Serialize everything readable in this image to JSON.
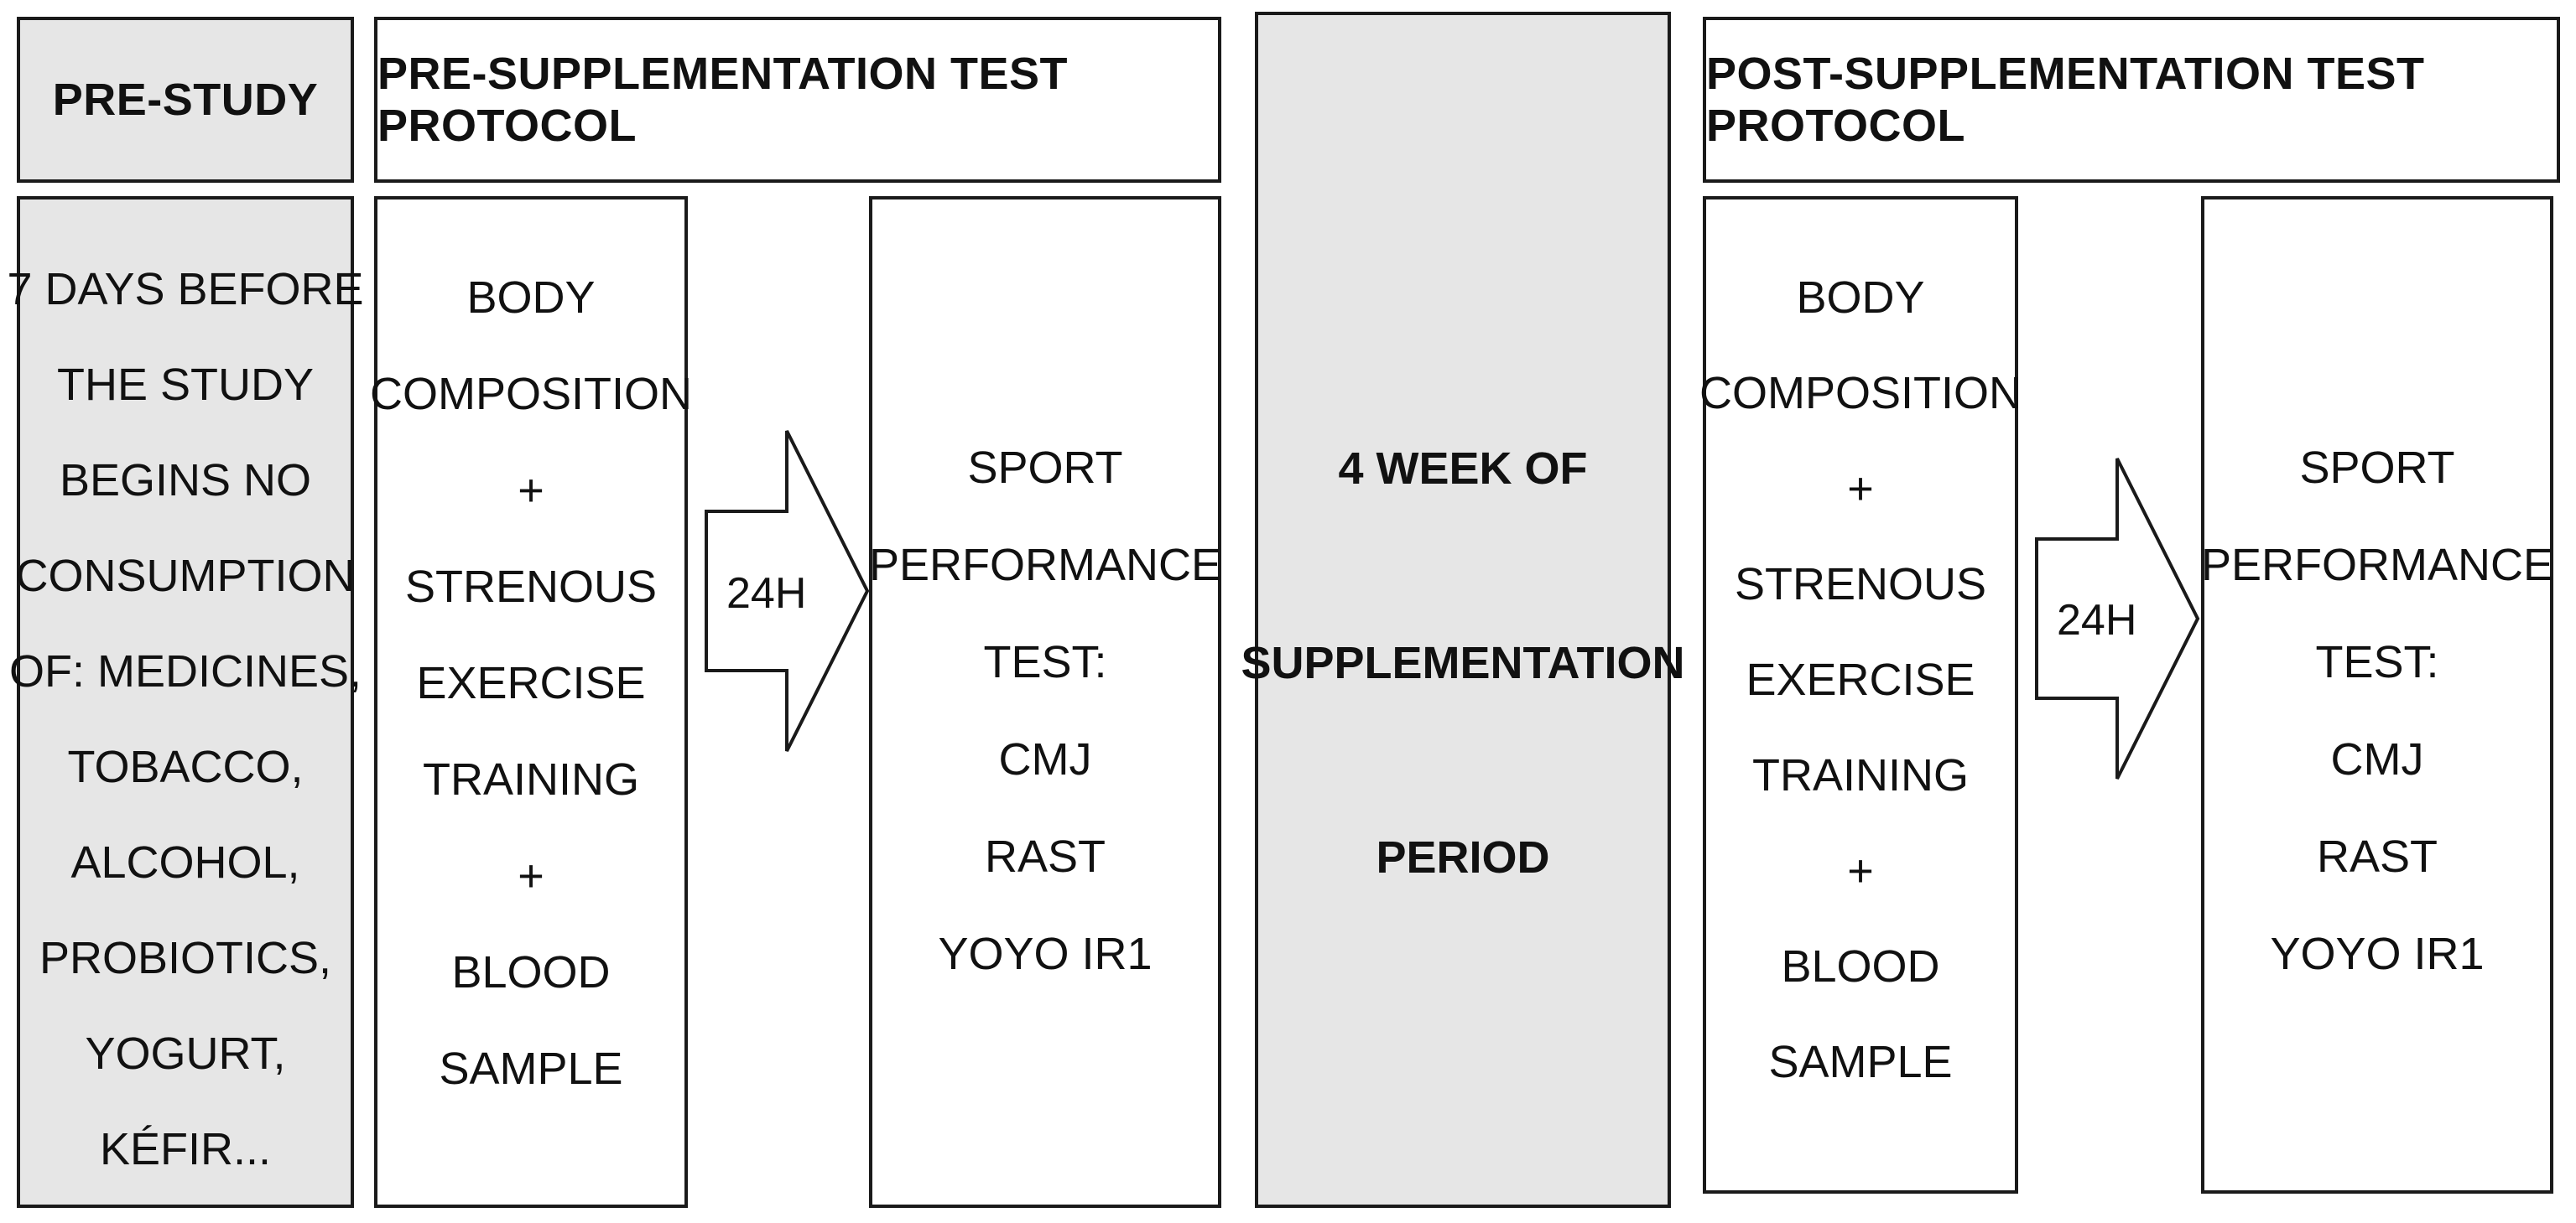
{
  "pre_study": {
    "header": "PRE-STUDY",
    "lines": [
      "7 DAYS BEFORE",
      "THE STUDY",
      "BEGINS NO",
      "CONSUMPTION",
      "OF: MEDICINES,",
      "TOBACCO,",
      "ALCOHOL,",
      "PROBIOTICS,",
      "YOGURT,",
      "KÉFIR..."
    ]
  },
  "pre_protocol": {
    "header": "PRE-SUPPLEMENTATION TEST PROTOCOL",
    "left_lines": [
      "BODY",
      "COMPOSITION",
      "+",
      "STRENOUS",
      "EXERCISE",
      "TRAINING",
      "+",
      "BLOOD",
      "SAMPLE"
    ],
    "arrow_label": "24H",
    "right_lines": [
      "SPORT",
      "PERFORMANCE",
      "TEST:",
      "CMJ",
      "RAST",
      "YOYO IR1"
    ]
  },
  "supplementation": {
    "lines": [
      "4 WEEK OF",
      "SUPPLEMENTATION",
      "PERIOD"
    ]
  },
  "post_protocol": {
    "header": "POST-SUPPLEMENTATION TEST PROTOCOL",
    "left_lines": [
      "BODY",
      "COMPOSITION",
      "+",
      "STRENOUS",
      "EXERCISE",
      "TRAINING",
      "+",
      "BLOOD",
      "SAMPLE"
    ],
    "arrow_label": "24H",
    "right_lines": [
      "SPORT",
      "PERFORMANCE",
      "TEST:",
      "CMJ",
      "RAST",
      "YOYO IR1"
    ]
  }
}
